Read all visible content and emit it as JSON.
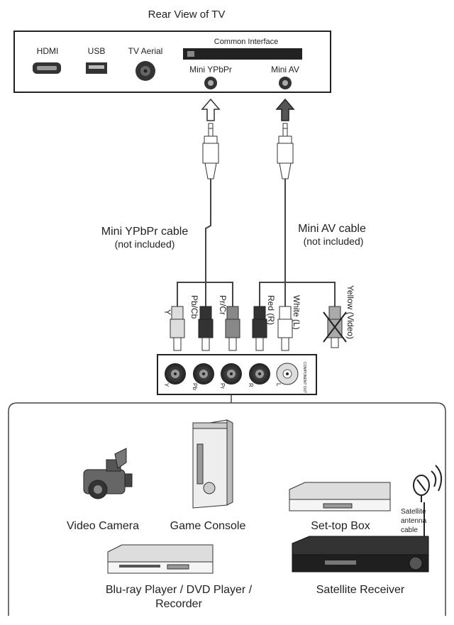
{
  "title": "Rear View of TV",
  "tv_panel": {
    "hdmi_label": "HDMI",
    "usb_label": "USB",
    "aerial_label": "TV Aerial",
    "ci_label": "Common Interface",
    "mini_ypbpr_label": "Mini YPbPr",
    "mini_av_label": "Mini AV"
  },
  "cables": {
    "ypbpr_name": "Mini YPbPr cable",
    "ypbpr_note": "(not included)",
    "av_name": "Mini AV cable",
    "av_note": "(not included)"
  },
  "plugs": {
    "y": "Y",
    "pb": "Pb/Cb",
    "pr": "Pr/Cr",
    "red": "Red (R)",
    "white": "White (L)",
    "yellow": "Yellow (Video)"
  },
  "jack_panel": {
    "y": "Y",
    "pb": "Pb",
    "pr": "Pr",
    "r": "R",
    "l": "L",
    "component_out": "COMPONENT OUT"
  },
  "devices": {
    "video_camera": "Video Camera",
    "game_console": "Game Console",
    "set_top_box": "Set-top Box",
    "bluray_line1": "Blu-ray Player / DVD Player /",
    "bluray_line2": "Recorder",
    "satellite_receiver": "Satellite Receiver",
    "satellite_cable_1": "Satellite",
    "satellite_cable_2": "antenna",
    "satellite_cable_3": "cable"
  }
}
